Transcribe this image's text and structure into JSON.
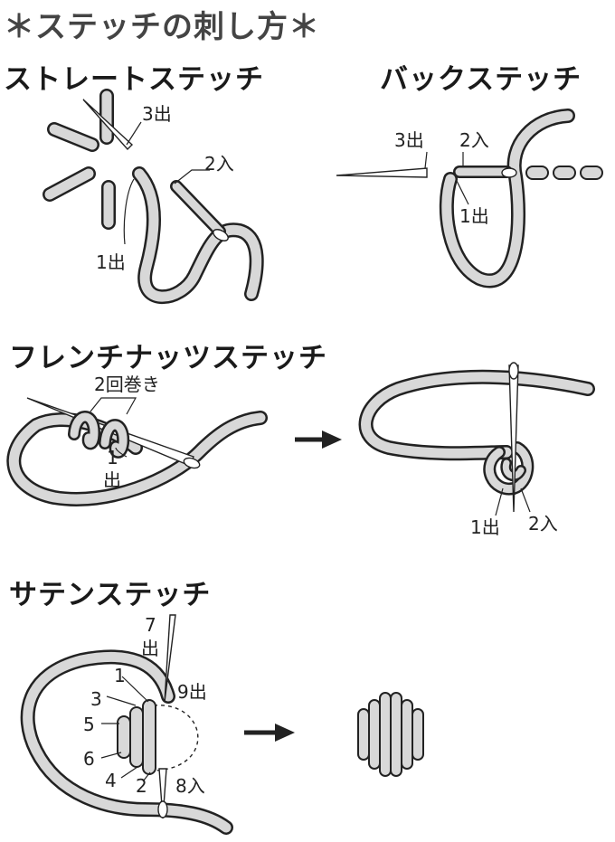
{
  "page_title": "＊ステッチの刺し方＊",
  "sections": {
    "straight": {
      "title": "ストレートステッチ",
      "labels": {
        "out3": "3出",
        "in2": "2入",
        "out1": "1出"
      }
    },
    "back": {
      "title": "バックステッチ",
      "labels": {
        "out3": "3出",
        "in2": "2入",
        "out1": "1出"
      }
    },
    "french": {
      "title": "フレンチナッツステッチ",
      "labels": {
        "wraps": "2回巻き",
        "out1_a": "1",
        "out1_b": "出",
        "out1": "1出",
        "in2": "2入"
      }
    },
    "satin": {
      "title": "サテンステッチ",
      "labels": {
        "n7": "7",
        "n7b": "出",
        "n9": "9出",
        "n1": "1",
        "n3": "3",
        "n5": "5",
        "n6": "6",
        "n4": "4",
        "n2": "2",
        "n8": "8入"
      }
    }
  },
  "colors": {
    "thread_outline": "#222222",
    "thread_fill": "#d8d8d8",
    "arrow": "#222222"
  }
}
